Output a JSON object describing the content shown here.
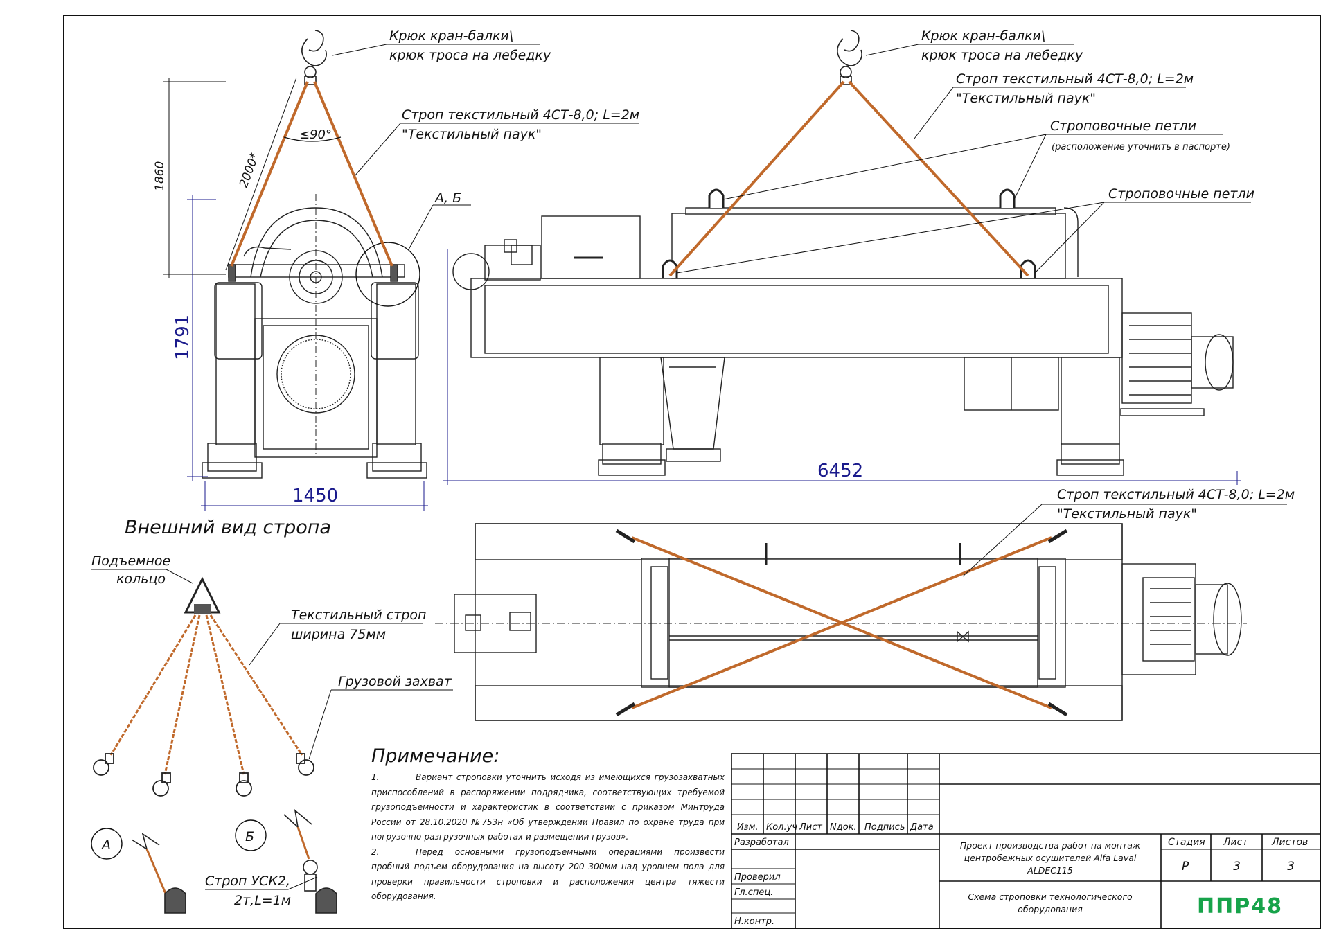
{
  "labels": {
    "hook": [
      "Крюк кран-балки\\",
      "крюк троса на лебедку"
    ],
    "sling": [
      "Строп текстильный 4СТ-8,0; L=2м",
      "\"Текстильный паук\""
    ],
    "loops": "Строповочные петли",
    "loops_note": "(расположение уточнить в паспорте)",
    "angle": "≤90°",
    "detail_ab": "А, Б",
    "section_title": "Внешний вид стропа",
    "ring": [
      "Подъемное",
      "кольцо"
    ],
    "textile_sling": [
      "Текстильный строп",
      "ширина 75мм"
    ],
    "cargo_grip": "Грузовой захват",
    "detail_a": "А",
    "detail_b": "Б",
    "usk": [
      "Строп УСК2,",
      "2т,L=1м"
    ]
  },
  "dimensions": {
    "height_1860": "1860",
    "sling_2000": "2000*",
    "height_1791": "1791",
    "width_1450": "1450",
    "length_6452": "6452"
  },
  "notes": {
    "title": "Примечание:",
    "n1_num": "1.",
    "n1_text": "Вариант строповки уточнить исходя из имеющихся грузозахватных приспособлений в распоряжении подрядчика, соответствующих требуемой грузоподъемности и характеристик в соответствии с приказом Минтруда России от 28.10.2020 №753н «Об утверждении Правил по охране труда при погрузочно-разгрузочных работах и размещении грузов».",
    "n2_num": "2.",
    "n2_text": "Перед основными грузоподъемными операциями произвести пробный подъем оборудования на высоту 200–300мм над уровнем пола для проверки правильности строповки и расположения центра тяжести оборудования."
  },
  "title_block": {
    "columns": [
      "Изм.",
      "Кол.уч",
      "Лист",
      "Nдок.",
      "Подпись",
      "Дата"
    ],
    "roles": [
      "Разработал",
      "Проверил",
      "Гл.спец.",
      "Н.контр."
    ],
    "project": "Проект производства работ на монтаж центробежных осушителей Alfa Laval ALDEC115",
    "drawing": "Схема строповки технологического оборудования",
    "stage_label": "Стадия",
    "sheet_label": "Лист",
    "sheets_label": "Листов",
    "stage": "Р",
    "sheet": "3",
    "sheets": "3",
    "logo": "ППР48"
  },
  "colors": {
    "sling": "#c0692b",
    "dimension": "#1a1a8c",
    "logo": "#17a34a",
    "line": "#222222"
  }
}
